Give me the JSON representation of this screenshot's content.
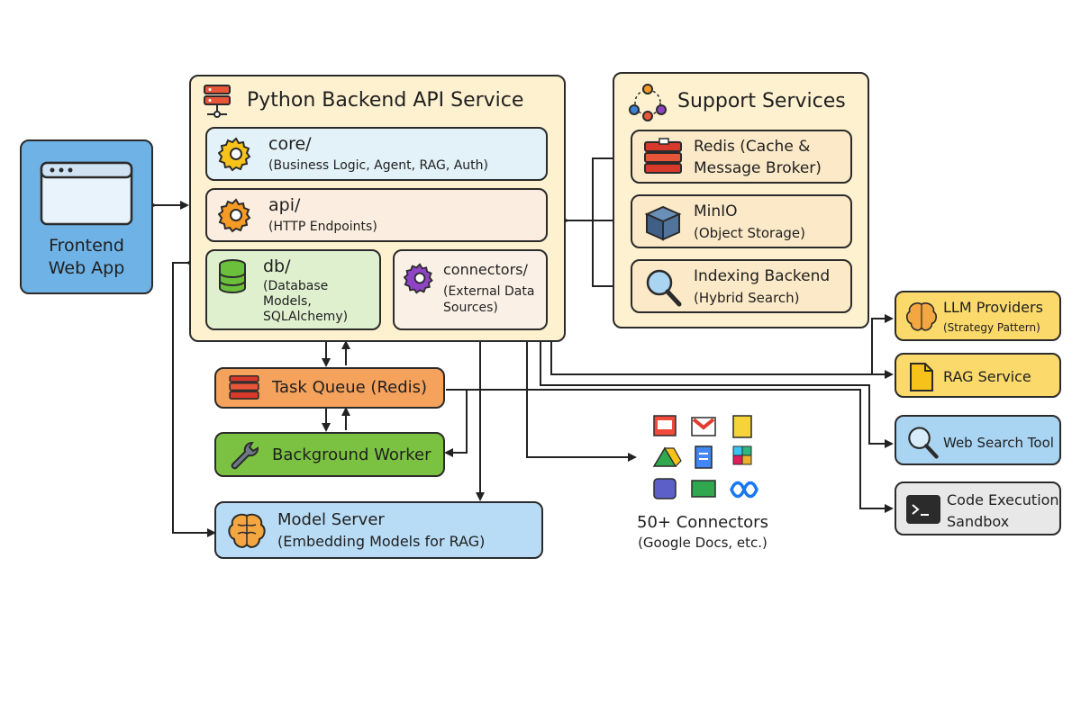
{
  "frontend": {
    "line1": "Frontend",
    "line2": "Web App"
  },
  "backend": {
    "title": "Python Backend API Service",
    "core": {
      "name": "core/",
      "desc": "(Business Logic, Agent, RAG, Auth)"
    },
    "api": {
      "name": "api/",
      "desc": "(HTTP Endpoints)"
    },
    "db": {
      "name": "db/",
      "desc1": "(Database",
      "desc2": "Models,",
      "desc3": "SQLAlchemy)"
    },
    "connectors": {
      "name": "connectors/",
      "desc1": "(External Data",
      "desc2": "Sources)"
    }
  },
  "support": {
    "title": "Support Services",
    "redis": {
      "line1": "Redis (Cache &",
      "line2": "Message Broker)"
    },
    "minio": {
      "line1": "MinIO",
      "line2": "(Object Storage)"
    },
    "indexing": {
      "line1": "Indexing Backend",
      "line2": "(Hybrid Search)"
    }
  },
  "task_queue": "Task Queue (Redis)",
  "background_worker": "Background Worker",
  "model_server": {
    "line1": "Model Server",
    "line2": "(Embedding Models for RAG)"
  },
  "connectors_cluster": {
    "line1": "50+ Connectors",
    "line2": "(Google Docs, etc.)"
  },
  "llm": {
    "line1": "LLM Providers",
    "line2": "(Strategy Pattern)"
  },
  "rag": "RAG Service",
  "web_search": "Web Search Tool",
  "code_exec": {
    "line1": "Code Execution",
    "line2": "Sandbox"
  },
  "colors": {
    "frontend": "#6fb3e6",
    "backend": "#fdf1cf",
    "core": "#e3f1f8",
    "api": "#fbeee0",
    "db": "#dff0cf",
    "connectors": "#fbf0e6",
    "support": "#fdf1cf",
    "support_item": "#fbe9c8",
    "task_queue": "#f5a25d",
    "worker": "#7cc242",
    "model_server": "#b8dcf5",
    "llm": "#fbd96a",
    "rag": "#fbd96a",
    "web_search": "#a9d4f2",
    "code_exec": "#e8e8e8"
  }
}
